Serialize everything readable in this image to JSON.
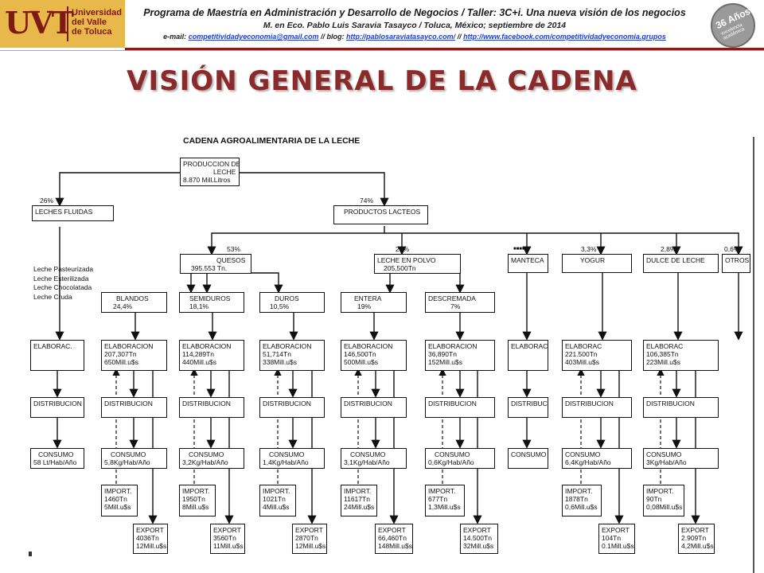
{
  "header": {
    "logo": {
      "letters": "UVT",
      "line1": "Universidad",
      "line2": "del Valle",
      "line3": "de Toluca"
    },
    "title": "Programa de Maestría en Administración y Desarrollo de Negocios / Taller: 3C+i. Una nueva visión de los negocios",
    "subtitle": "M. en Eco. Pablo Luis Saravia Tasayco / Toluca, México; septiembre de 2014",
    "links": {
      "email_label": "e-mail:",
      "email": "competitividadyeconomia@gmail.com",
      "sep1": "// blog:",
      "blog": "http://pablosaraviatasayco.com/",
      "sep2": "//",
      "facebook": "http://www.facebook.com/competitividadyeconomia.grupos"
    },
    "seal": {
      "big": "36 Años",
      "small": "excelencia académica"
    }
  },
  "page_title": "VISIÓN GENERAL DE LA CADENA",
  "diagram": {
    "title": "CADENA AGROALIMENTARIA DE LA LECHE",
    "root": {
      "line1": "PRODUCCION DE",
      "line2": "LECHE",
      "line3": "8.870 Mill.Litros"
    },
    "pct_fluidas": "26%",
    "pct_lacteos": "74%",
    "fluidas": "LECHES FLUIDAS",
    "lacteos": "PRODUCTOS LACTEOS",
    "fluidas_list": [
      "Leche Pasteurizada",
      "Leche Esterilizada",
      "Leche Chocolatada",
      "Leche Cruda"
    ],
    "cat_pcts": {
      "quesos": "53%",
      "polvo": "26%",
      "manteca": "■■■■",
      "yogur": "3,3%",
      "dulce": "2,8%",
      "otros": "0,6%"
    },
    "quesos": {
      "line1": "QUESOS",
      "line2": "395.553 Tn."
    },
    "polvo": {
      "line1": "LECHE EN POLVO",
      "line2": "205,500Tn"
    },
    "manteca": "MANTECA",
    "yogur": "YOGUR",
    "dulce": "DULCE DE LECHE",
    "otros": "OTROS",
    "subtypes": {
      "blandos": {
        "name": "BLANDOS",
        "pct": "24,4%"
      },
      "semiduros": {
        "name": "SEMIDUROS",
        "pct": "18,1%"
      },
      "duros": {
        "name": "DUROS",
        "pct": "10,5%"
      },
      "entera": {
        "name": "ENTERA",
        "pct": "19%"
      },
      "descremada": {
        "name": "DESCREMADA",
        "pct": "7%"
      }
    },
    "elab": {
      "fluidas": {
        "l1": "ELABORAC.",
        "l2": "",
        "l3": ""
      },
      "blandos": {
        "l1": "ELABORACION",
        "l2": "207,307Tn",
        "l3": "650Mill.u$s"
      },
      "semiduros": {
        "l1": "ELABORACION",
        "l2": "114,289Tn",
        "l3": "440Mill.u$s"
      },
      "duros": {
        "l1": "ELABORACION",
        "l2": "51,714Tn",
        "l3": "338Mill.u$s"
      },
      "entera": {
        "l1": "ELABORACION",
        "l2": "146,500Tn",
        "l3": "500Mill.u$s"
      },
      "descremada": {
        "l1": "ELABORACION",
        "l2": "36,890Tn",
        "l3": "152Mill.u$s"
      },
      "manteca": {
        "l1": "ELABORAC.",
        "l2": "",
        "l3": ""
      },
      "yogur": {
        "l1": "ELABORAC",
        "l2": "221.500Tn",
        "l3": "403Mill.u$s"
      },
      "dulce": {
        "l1": "ELABORAC",
        "l2": "106,385Tn",
        "l3": "223Mill.u$s"
      }
    },
    "dist": {
      "fluidas": "DISTRIBUCION",
      "blandos": "DISTRIBUCION",
      "semiduros": "DISTRIBUCION",
      "duros": "DISTRIBUCION",
      "entera": "DISTRIBUCION",
      "descremada": "DISTRIBUCION",
      "manteca": "DISTRIBUC",
      "yogur": "DISTRIBUCION",
      "dulce": "DISTRIBUCION"
    },
    "consumo": {
      "fluidas": {
        "l1": "CONSUMO",
        "l2": "58 Lt/Hab/Año"
      },
      "blandos": {
        "l1": "CONSUMO",
        "l2": "5,8Kg/Hab/Año"
      },
      "semiduros": {
        "l1": "CONSUMO",
        "l2": "3,2Kg/Hab/Año"
      },
      "duros": {
        "l1": "CONSUMO",
        "l2": "1,4Kg/Hab/Año"
      },
      "entera": {
        "l1": "CONSUMO",
        "l2": "3,1Kg/Hab/Año"
      },
      "descremada": {
        "l1": "CONSUMO",
        "l2": "0,6Kg/Hab/Año"
      },
      "manteca": {
        "l1": "CONSUMO",
        "l2": ""
      },
      "yogur": {
        "l1": "CONSUMO",
        "l2": "6,4Kg/Hab/Año"
      },
      "dulce": {
        "l1": "CONSUMO",
        "l2": "3Kg/Hab/Año"
      }
    },
    "import": {
      "blandos": {
        "l1": "IMPORT.",
        "l2": "1460Tn",
        "l3": "5Mill.u$s"
      },
      "semiduros": {
        "l1": "IMPORT.",
        "l2": "1950Tn",
        "l3": "8Mill.u$s"
      },
      "duros": {
        "l1": "IMPORT.",
        "l2": "1021Tn",
        "l3": "4Mill.u$s"
      },
      "entera": {
        "l1": "IMPORT.",
        "l2": "11617Tn",
        "l3": "24Mill.u$s"
      },
      "descremada": {
        "l1": "IMPORT.",
        "l2": "677Tn",
        "l3": "1,3Mill.u$s"
      },
      "yogur": {
        "l1": "IMPORT.",
        "l2": "1878Tn",
        "l3": "0,6Mill.u$s"
      },
      "dulce": {
        "l1": "IMPORT.",
        "l2": "90Tn",
        "l3": "0,08Mill.u$s"
      }
    },
    "export": {
      "blandos": {
        "l1": "EXPORT",
        "l2": "4036Tn",
        "l3": "12Mill.u$s"
      },
      "semiduros": {
        "l1": "EXPORT",
        "l2": "3560Tn",
        "l3": "11Mill.u$s"
      },
      "duros": {
        "l1": "EXPORT",
        "l2": "2870Tn",
        "l3": "12Mill.u$s"
      },
      "entera": {
        "l1": "EXPORT",
        "l2": "66,460Tn",
        "l3": "148Mill.u$s"
      },
      "descremada": {
        "l1": "EXPORT",
        "l2": "14.500Tn",
        "l3": "32Mill.u$s"
      },
      "yogur": {
        "l1": "EXPORT",
        "l2": "104Tn",
        "l3": "0.1Mill.u$s"
      },
      "dulce": {
        "l1": "EXPORT",
        "l2": "2.909Tn",
        "l3": "4,2Mill.u$s"
      }
    }
  }
}
